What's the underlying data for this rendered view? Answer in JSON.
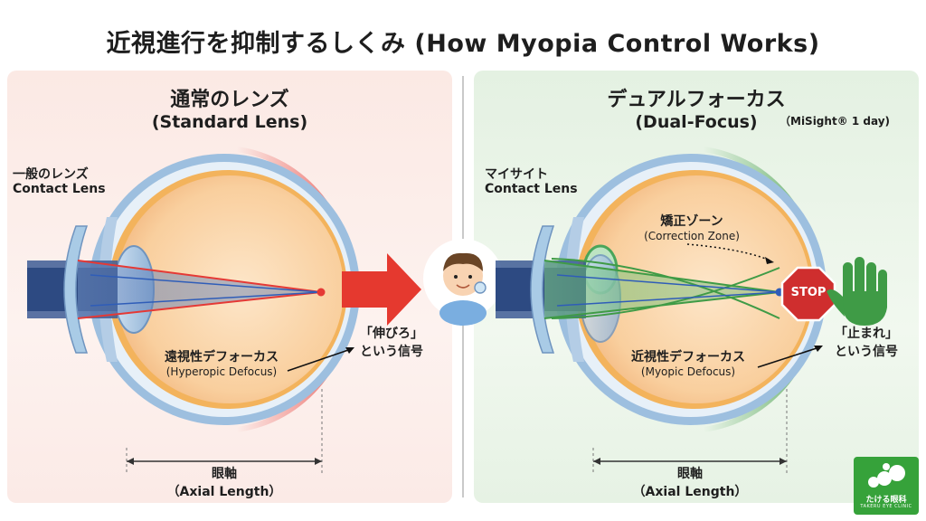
{
  "title": "近視進行を抑制するしくみ (How Myopia Control Works)",
  "left": {
    "heading_ja": "通常のレンズ",
    "heading_en": "(Standard Lens)",
    "lens_label_ja": "一般のレンズ",
    "lens_label_en": "Contact Lens",
    "defocus_ja": "遠視性デフォーカス",
    "defocus_en": "(Hyperopic Defocus)",
    "signal_line1": "「伸びろ」",
    "signal_line2": "という信号",
    "axial_ja": "眼軸",
    "axial_en": "（Axial Length）"
  },
  "right": {
    "heading_ja": "デュアルフォーカス",
    "heading_en": "(Dual-Focus)",
    "product": "（MiSight® 1 day)",
    "lens_label_ja": "マイサイト",
    "lens_label_en": "Contact Lens",
    "zone_ja": "矯正ゾーン",
    "zone_en": "(Correction Zone)",
    "stop_sign": "STOP",
    "defocus_ja": "近視性デフォーカス",
    "defocus_en": "(Myopic Defocus)",
    "signal_line1": "「止まれ」",
    "signal_line2": "という信号",
    "axial_ja": "眼軸",
    "axial_en": "（Axial Length）"
  },
  "logo": {
    "name": "たける眼科",
    "sub": "TAKERU EYE CLINIC"
  },
  "colors": {
    "standard_accent": "#e53935",
    "dual_accent": "#3f9b46",
    "ray_blue": "#2f5db8",
    "stop_red": "#cf2e2e"
  }
}
